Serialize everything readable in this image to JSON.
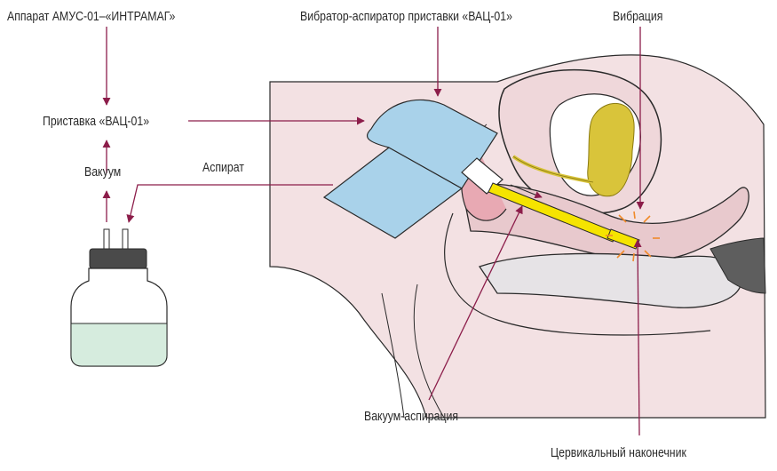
{
  "labels": {
    "amus_device": "Аппарат АМУС-01–«ИНТРАМАГ»",
    "vibrator_aspirator": "Вибратор-аспиратор приставки «ВАЦ-01»",
    "vibration": "Вибрация",
    "attachment": "Приставка «ВАЦ-01»",
    "vacuum": "Вакуум",
    "aspirate": "Аспират",
    "vacuum_aspiration": "Вакуум-аспирация",
    "cervical_tip": "Цервикальный наконечник"
  },
  "colors": {
    "arrow": "#8c1d4a",
    "tissue": "#f3e1e3",
    "tissue_dark": "#e8c9cd",
    "device": "#a9d2ea",
    "probe": "#f5e400",
    "mass": "#d9c43a",
    "fluid": "#d6ecde",
    "vibration": "#f08a2a"
  }
}
